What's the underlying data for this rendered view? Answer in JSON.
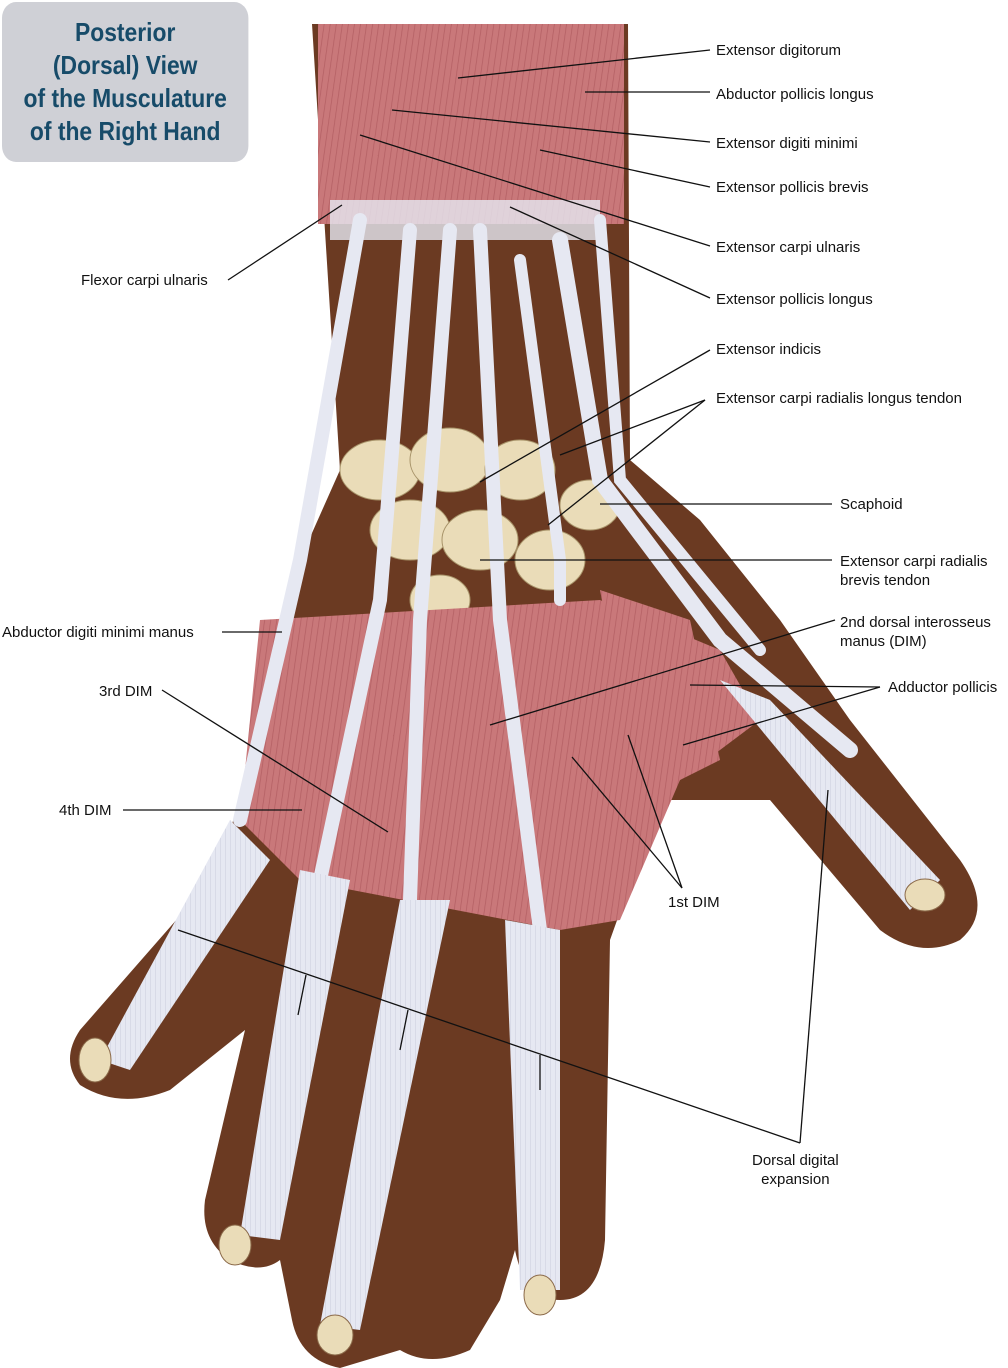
{
  "title": {
    "lines": [
      "Posterior",
      "(Dorsal) View",
      "of the Musculature",
      "of the Right Hand"
    ]
  },
  "labels": {
    "extensor_digitorum": "Extensor digitorum",
    "abductor_pollicis_longus": "Abductor pollicis longus",
    "extensor_digiti_minimi": "Extensor digiti minimi",
    "extensor_pollicis_brevis": "Extensor pollicis brevis",
    "extensor_carpi_ulnaris": "Extensor carpi ulnaris",
    "extensor_pollicis_longus": "Extensor pollicis longus",
    "extensor_indicis": "Extensor indicis",
    "ecrl_tendon": "Extensor carpi radialis longus tendon",
    "scaphoid": "Scaphoid",
    "ecrb_tendon_1": "Extensor carpi radialis",
    "ecrb_tendon_2": "brevis tendon",
    "flexor_carpi_ulnaris": "Flexor carpi ulnaris",
    "abductor_digiti_minimi": "Abductor digiti minimi manus",
    "dim2_1": "2nd dorsal interosseus",
    "dim2_2": "manus (DIM)",
    "adductor_pollicis": "Adductor pollicis",
    "dim3": "3rd DIM",
    "dim4": "4th DIM",
    "dim1": "1st DIM",
    "dde_1": "Dorsal digital",
    "dde_2": "expansion"
  },
  "colors": {
    "title_text": "#174b69",
    "title_bg": "#cfd0d6",
    "muscle": "#c9787a",
    "tendon": "#e4e6f0",
    "skin": "#6b3a22",
    "bone": "#eadcb8"
  }
}
